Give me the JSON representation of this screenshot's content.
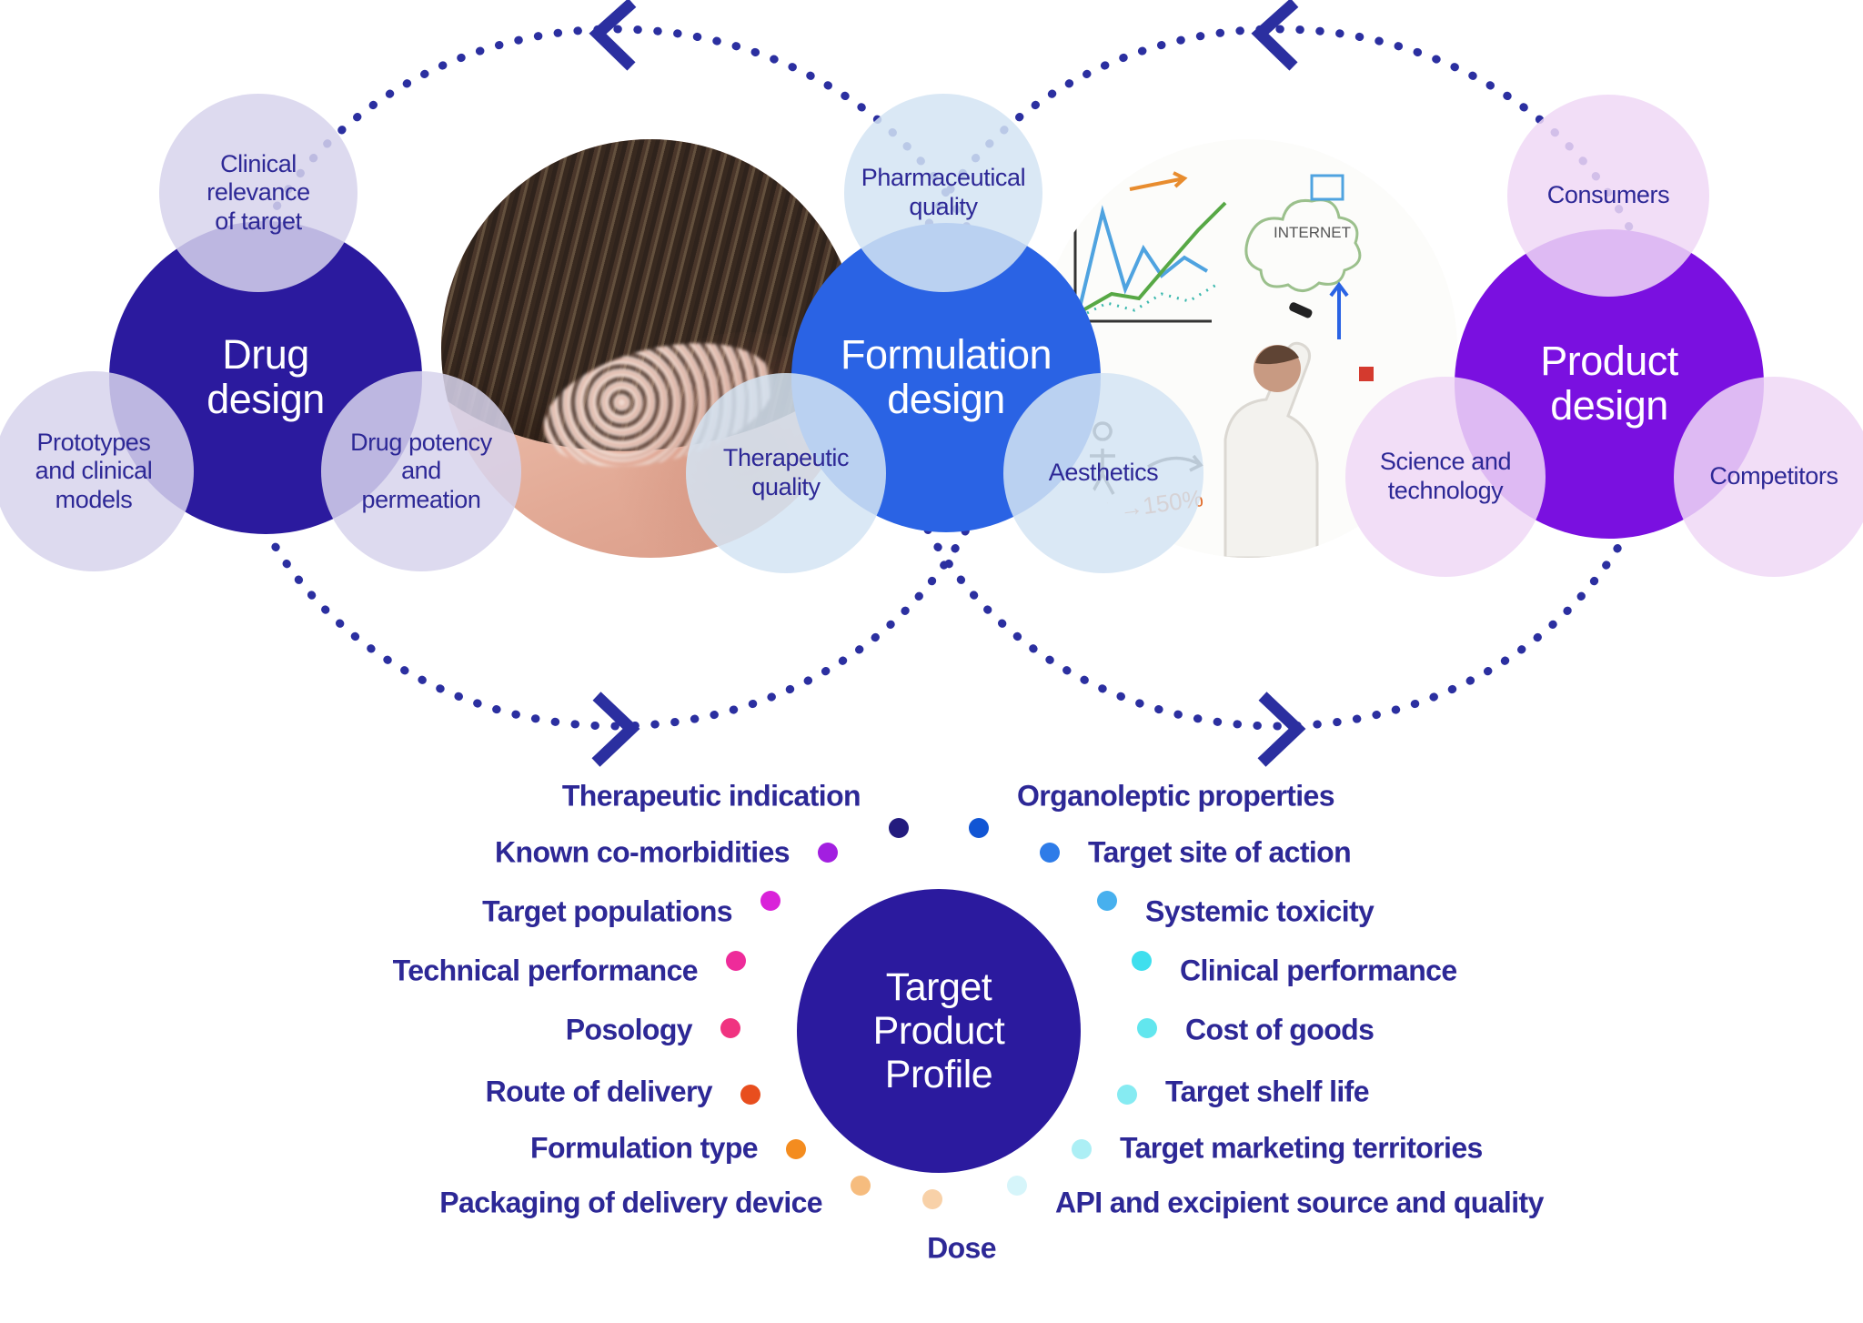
{
  "top_cycle": {
    "arrow_color": "#2b2fa0",
    "clusters": [
      {
        "title": "Drug design",
        "color": "#2b1a9e",
        "satellite_fill": "#d7d4ec",
        "satellites": [
          "Clinical relevance of target",
          "Prototypes and clinical models",
          "Drug potency and permeation"
        ]
      },
      {
        "title": "Formulation design",
        "color": "#2a63e4",
        "satellite_fill": "#d3e4f3",
        "satellites": [
          "Pharmaceutical quality",
          "Therapeutic quality",
          "Aesthetics"
        ]
      },
      {
        "title": "Product design",
        "color": "#7a10e0",
        "satellite_fill": "#f0d8f6",
        "satellites": [
          "Consumers",
          "Science and technology",
          "Competitors"
        ]
      }
    ]
  },
  "wheel": {
    "title": "Target Product Profile",
    "center_color": "#2b1a9e",
    "ink": "#2d2896",
    "items_left": [
      {
        "label": "Therapeutic indication",
        "color": "#231b7e"
      },
      {
        "label": "Known co-morbidities",
        "color": "#a21fe0"
      },
      {
        "label": "Target populations",
        "color": "#d922d9"
      },
      {
        "label": "Technical performance",
        "color": "#ee2b9a"
      },
      {
        "label": "Posology",
        "color": "#f03380"
      },
      {
        "label": "Route of delivery",
        "color": "#e84e1e"
      },
      {
        "label": "Formulation type",
        "color": "#f48c1f"
      },
      {
        "label": "Packaging of delivery device",
        "color": "#f6bc7e"
      }
    ],
    "items_right": [
      {
        "label": "Organoleptic properties",
        "color": "#1155d4"
      },
      {
        "label": "Target site of action",
        "color": "#2e7ce8"
      },
      {
        "label": "Systemic toxicity",
        "color": "#47b0ee"
      },
      {
        "label": "Clinical performance",
        "color": "#3edfee"
      },
      {
        "label": "Cost of goods",
        "color": "#62e6ee"
      },
      {
        "label": "Target shelf life",
        "color": "#86ebf2"
      },
      {
        "label": "Target marketing territories",
        "color": "#aceff5"
      },
      {
        "label": "API and excipient source and quality",
        "color": "#d6f5fa"
      }
    ],
    "item_bottom": {
      "label": "Dose",
      "color": "#f8d1a8"
    }
  }
}
